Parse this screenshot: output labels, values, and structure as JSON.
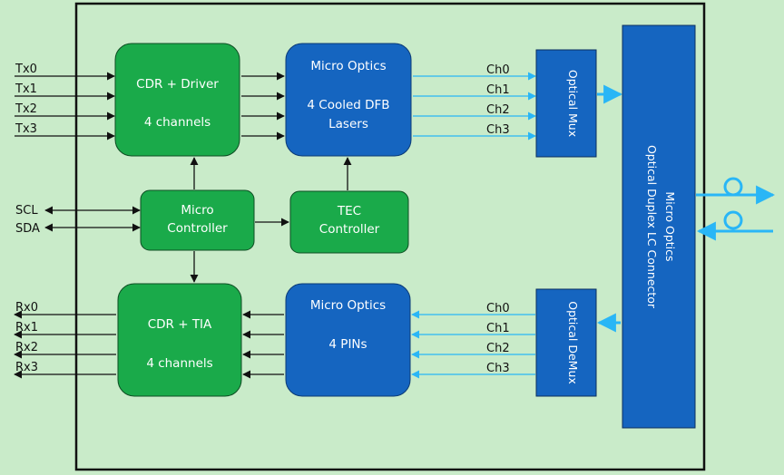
{
  "inputs": [
    "Tx0",
    "Tx1",
    "Tx2",
    "Tx3"
  ],
  "outputs": [
    "Rx0",
    "Rx1",
    "Rx2",
    "Rx3"
  ],
  "control": [
    "SCL",
    "SDA"
  ],
  "blocks": {
    "cdr_driver": {
      "line1": "CDR + Driver",
      "line2": "4 channels"
    },
    "micro_optics_tx": {
      "line1": "Micro Optics",
      "line2": "4 Cooled DFB",
      "line3": "Lasers"
    },
    "micro_controller": {
      "line1": "Micro",
      "line2": "Controller"
    },
    "tec_controller": {
      "line1": "TEC",
      "line2": "Controller"
    },
    "cdr_tia": {
      "line1": "CDR + TIA",
      "line2": "4 channels"
    },
    "micro_optics_rx": {
      "line1": "Micro Optics",
      "line2": "4 PINs"
    },
    "optical_mux": {
      "label": "Optical Mux"
    },
    "optical_demux": {
      "label": "Optical DeMux"
    },
    "connector": {
      "line1": "Micro Optics",
      "line2": "Optical Duplex LC Connector"
    }
  },
  "tx_channels": [
    "Ch0",
    "Ch1",
    "Ch2",
    "Ch3"
  ],
  "rx_channels": [
    "Ch0",
    "Ch1",
    "Ch2",
    "Ch3"
  ],
  "colors": {
    "background": "#c9ebc9",
    "green_block": "#1aaa4a",
    "blue_block": "#1565c0",
    "light_blue": "#29b6f6",
    "line": "#111111"
  }
}
